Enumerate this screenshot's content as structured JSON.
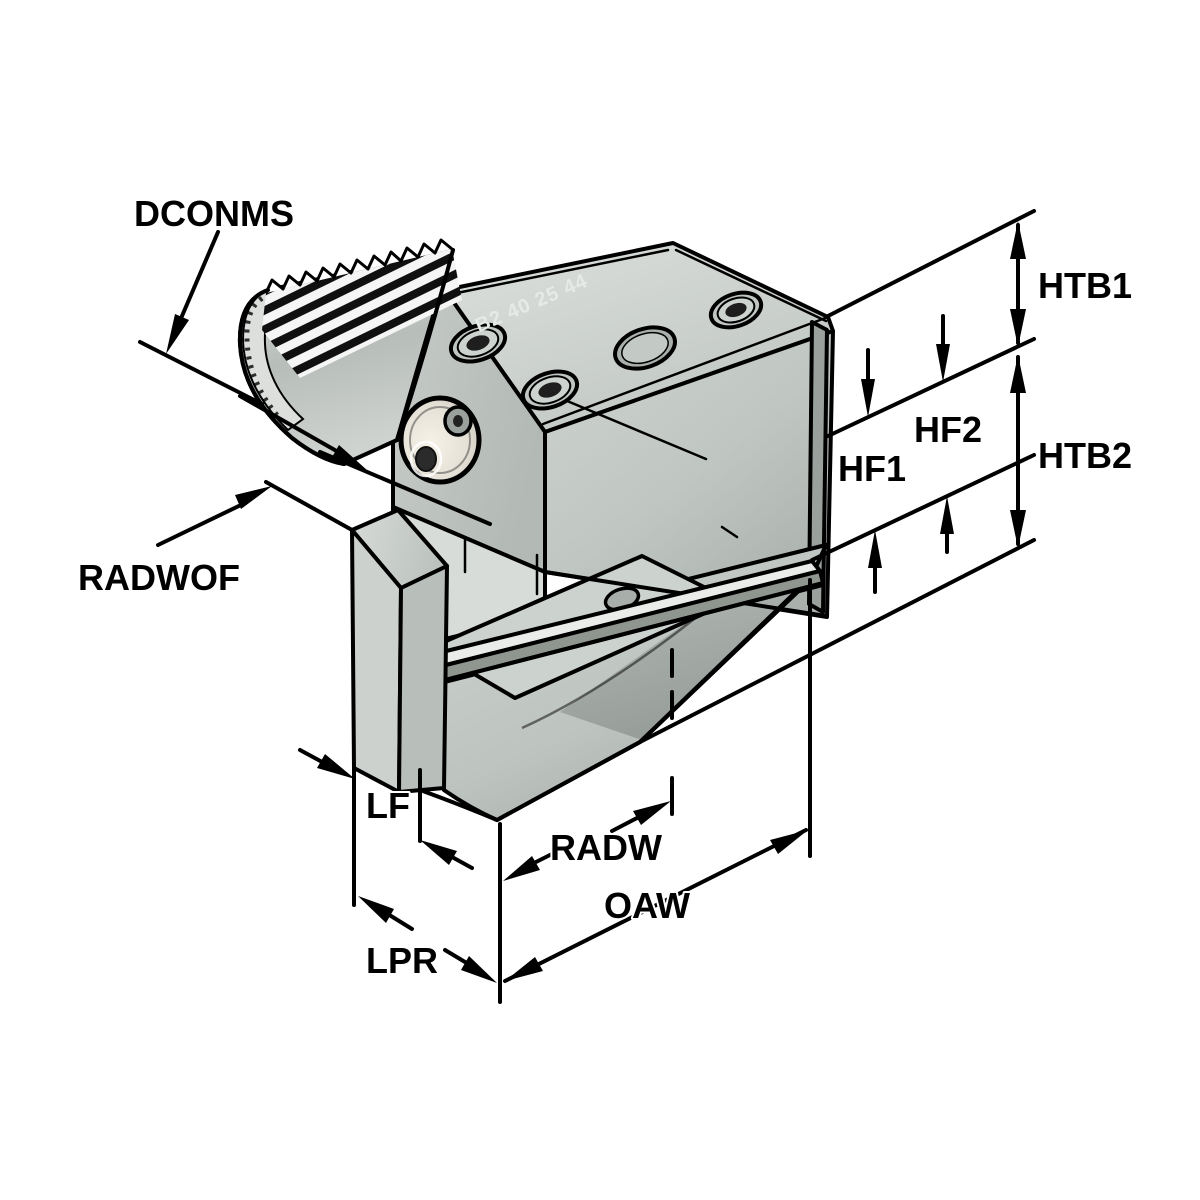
{
  "figure": {
    "type": "technical-dimension-drawing",
    "subject": "radial-toolholder",
    "part_marking": "B2 40 25 44",
    "labels": {
      "dconms": "DCONMS",
      "htb1": "HTB1",
      "htb2": "HTB2",
      "hf1": "HF1",
      "hf2": "HF2",
      "radwof": "RADWOF",
      "lf": "LF",
      "radw": "RADW",
      "oaw": "OAW",
      "lpr": "LPR"
    },
    "colors": {
      "outline": "#000000",
      "background": "#ffffff",
      "part_light": "#d9ded9",
      "part_mid": "#c3c9c5",
      "part_dark": "#9aa09c",
      "metal_highlight": "#f6f2e7"
    }
  }
}
